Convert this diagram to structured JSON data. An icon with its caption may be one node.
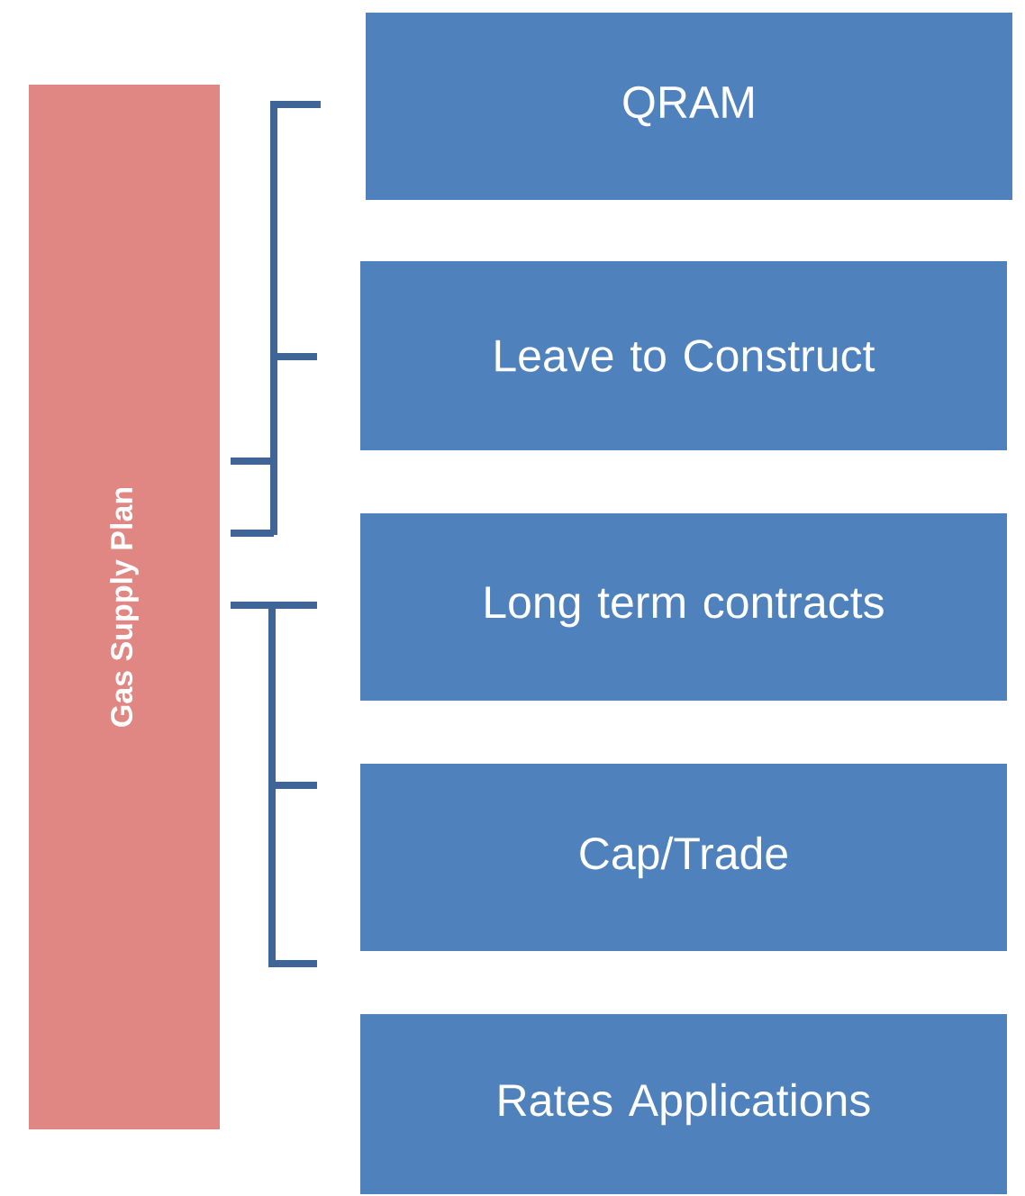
{
  "diagram": {
    "nodes": [
      {
        "text": [
          "Gas Supply Plan"
        ]
      },
      {
        "text": [
          "QRAM"
        ]
      },
      {
        "text": [
          "Leave to Construct"
        ]
      },
      {
        "text": [
          "Long term contracts"
        ]
      },
      {
        "text": [
          "Cap/Trade"
        ]
      },
      {
        "text": [
          "Rates Applications"
        ]
      }
    ]
  }
}
